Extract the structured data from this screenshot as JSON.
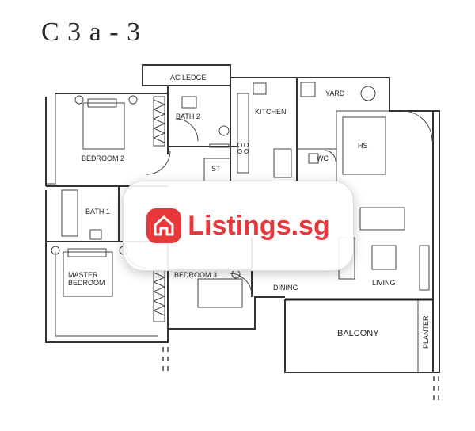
{
  "plan": {
    "title": "C 3 a - 3",
    "rooms": {
      "ac_ledge": "AC LEDGE",
      "bath2": "BATH 2",
      "kitchen": "KITCHEN",
      "yard": "YARD",
      "bedroom2": "BEDROOM 2",
      "st": "ST",
      "wc": "WC",
      "hs": "HS",
      "bath1": "BATH 1",
      "master_line1": "MASTER",
      "master_line2": "BEDROOM",
      "bedroom3": "BEDROOM 3",
      "dining": "DINING",
      "living": "LIVING",
      "balcony": "BALCONY",
      "planter": "PLANTER"
    }
  },
  "watermark": {
    "brand": "Listings.sg",
    "brand_color": "#e8373a",
    "icon": "house-icon"
  }
}
